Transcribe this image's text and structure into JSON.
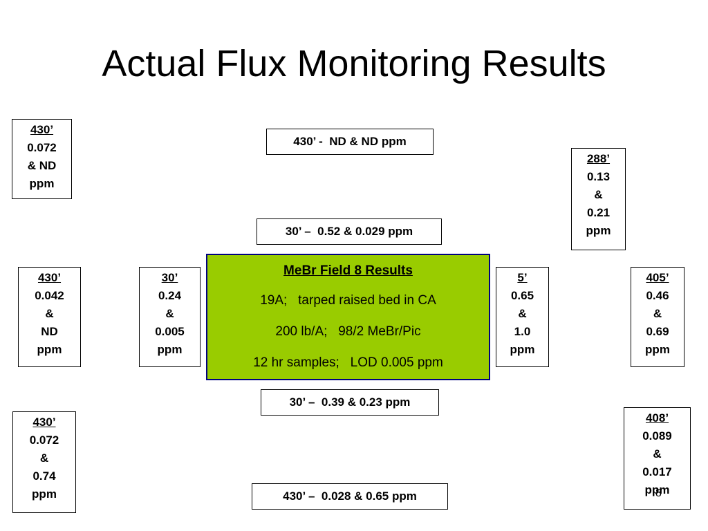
{
  "title": "Actual Flux Monitoring Results",
  "center": {
    "heading": "MeBr Field 8 Results",
    "line1": "19A;   tarped raised bed in CA",
    "line2": "200 lb/A;   98/2 MeBr/Pic",
    "line3": "12 hr samples;   LOD 0.005 ppm"
  },
  "horizontal": {
    "top_far": "430’ -  ND & ND ppm",
    "top_near": "30’ –  0.52 & 0.029 ppm",
    "bottom_near": "30’ –  0.39 & 0.23 ppm",
    "bottom_far": "430’ –  0.028 & 0.65 ppm"
  },
  "boxes": {
    "top_left": {
      "head": "430’",
      "lines": [
        "0.072",
        "& ND",
        "ppm"
      ]
    },
    "mid_left_far": {
      "head": "430’",
      "lines": [
        "0.042",
        "&",
        "ND",
        "ppm"
      ]
    },
    "mid_left_near": {
      "head": "30’",
      "lines": [
        "0.24",
        "&",
        "0.005",
        "ppm"
      ]
    },
    "bottom_left": {
      "head": "430’",
      "lines": [
        "0.072",
        "&",
        "0.74",
        "ppm"
      ]
    },
    "top_right": {
      "head": "288’",
      "lines": [
        "0.13",
        "&",
        "0.21",
        "ppm"
      ]
    },
    "mid_right_near": {
      "head": "5’",
      "lines": [
        "0.65",
        "&",
        "1.0",
        "ppm"
      ]
    },
    "mid_right_far": {
      "head": "405’",
      "lines": [
        "0.46",
        "&",
        "0.69",
        "ppm"
      ]
    },
    "bottom_right": {
      "head": "408’",
      "lines": [
        "0.089",
        "&",
        "0.017",
        "ppm"
      ]
    }
  },
  "page_number": "8"
}
